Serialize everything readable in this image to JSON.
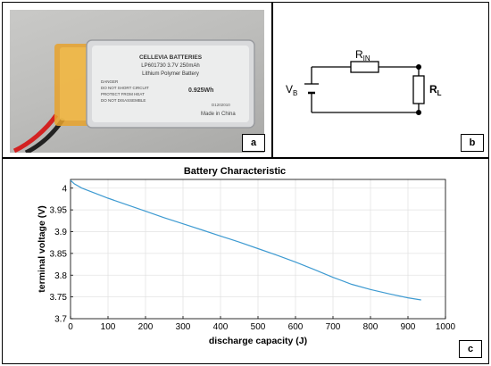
{
  "panels": {
    "a": {
      "tag": "a"
    },
    "b": {
      "tag": "b"
    },
    "c": {
      "tag": "c"
    }
  },
  "battery_label": {
    "line1": "CELLEVIA BATTERIES",
    "line2": "LP601730 3.7V 250mAh",
    "line3": "Lithium Polymer Battery",
    "line4": "DANGER",
    "line5": "DO NOT SHORT CIRCUIT",
    "line6": "PROTECT FROM HEAT",
    "line7": "DO NOT DISASSEMBLE",
    "energy": "0.925Wh",
    "code": "D1202010",
    "made_in": "Made in China"
  },
  "circuit": {
    "source_label": "V",
    "source_sub": "B",
    "internal_label": "R",
    "internal_sub": "IN",
    "load_label": "R",
    "load_sub": "L"
  },
  "chart_data": {
    "type": "line",
    "title": "Battery Characteristic",
    "xlabel": "discharge capacity (J)",
    "ylabel": "terminal voltage (V)",
    "xlim": [
      0,
      1000
    ],
    "ylim": [
      3.7,
      4.02
    ],
    "xticks": [
      "0",
      "100",
      "200",
      "300",
      "400",
      "500",
      "600",
      "700",
      "800",
      "900",
      "1000"
    ],
    "yticks": [
      "3.7",
      "3.75",
      "3.8",
      "3.85",
      "3.9",
      "3.95",
      "4"
    ],
    "grid": true,
    "series": [
      {
        "color": "#3d9ad1",
        "x": [
          0,
          10,
          30,
          60,
          100,
          150,
          200,
          250,
          300,
          350,
          400,
          450,
          500,
          550,
          600,
          650,
          700,
          750,
          800,
          850,
          900,
          935
        ],
        "y": [
          4.018,
          4.01,
          4.0,
          3.99,
          3.977,
          3.962,
          3.947,
          3.932,
          3.918,
          3.904,
          3.89,
          3.876,
          3.861,
          3.846,
          3.83,
          3.813,
          3.795,
          3.779,
          3.767,
          3.757,
          3.748,
          3.743
        ]
      }
    ]
  }
}
